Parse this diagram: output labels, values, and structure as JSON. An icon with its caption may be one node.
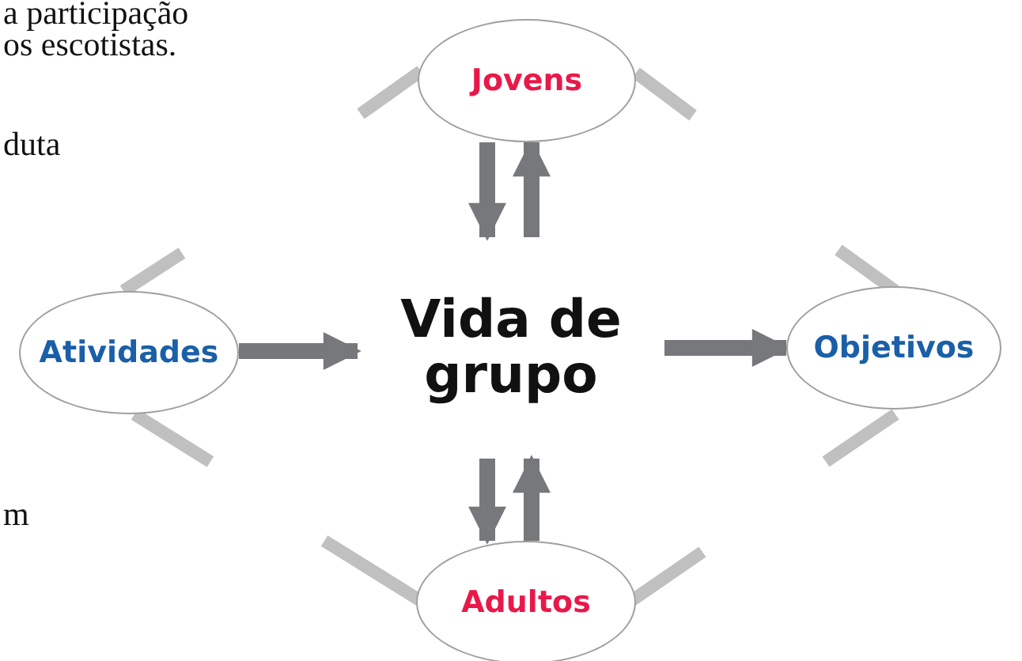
{
  "diagram": {
    "nodes": [
      {
        "text": [
          "Jovens"
        ]
      },
      {
        "text": [
          "Atividades"
        ]
      },
      {
        "text": [
          "Vida de grupo"
        ]
      },
      {
        "text": [
          "Objetivos"
        ]
      },
      {
        "text": [
          "Adultos"
        ]
      }
    ],
    "edges": [
      {
        "from": 0,
        "to": 2,
        "arrow": "to"
      },
      {
        "from": 2,
        "to": 0,
        "arrow": "to"
      },
      {
        "from": 1,
        "to": 2,
        "arrow": "to"
      },
      {
        "from": 2,
        "to": 3,
        "arrow": "to"
      },
      {
        "from": 2,
        "to": 4,
        "arrow": "to"
      },
      {
        "from": 4,
        "to": 2,
        "arrow": "to"
      }
    ],
    "labels": [
      "a participação",
      "os escotistas.",
      "duta",
      "m"
    ]
  }
}
